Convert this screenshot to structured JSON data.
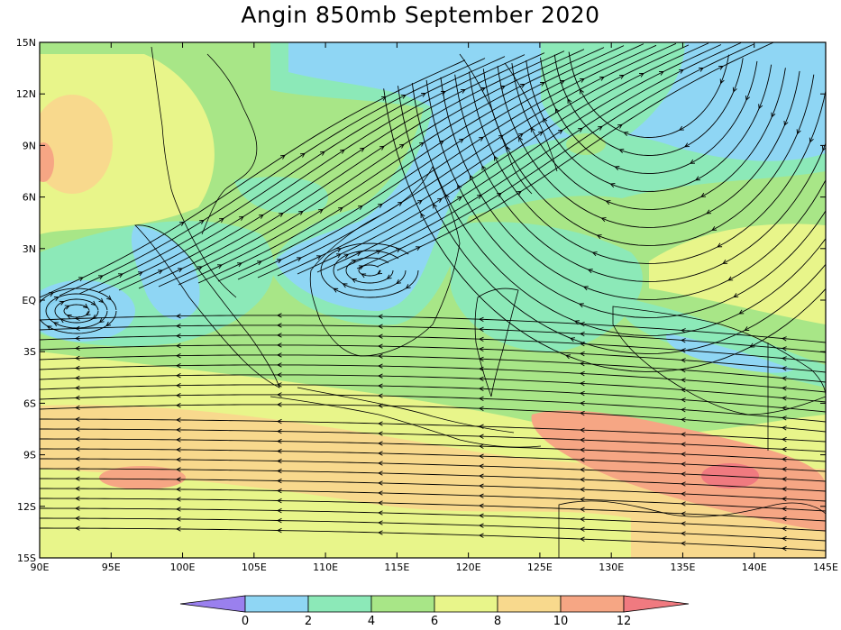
{
  "title": "Angin 850mb September 2020",
  "axes": {
    "lat_labels": [
      "15N",
      "12N",
      "9N",
      "6N",
      "3N",
      "EQ",
      "3S",
      "6S",
      "9S",
      "12S",
      "15S"
    ],
    "lat_values": [
      15,
      12,
      9,
      6,
      3,
      0,
      -3,
      -6,
      -9,
      -12,
      -15
    ],
    "lon_labels": [
      "90E",
      "95E",
      "100E",
      "105E",
      "110E",
      "115E",
      "120E",
      "125E",
      "130E",
      "135E",
      "140E",
      "145E"
    ],
    "lon_values": [
      90,
      95,
      100,
      105,
      110,
      115,
      120,
      125,
      130,
      135,
      140,
      145
    ],
    "lon_range": [
      90,
      145
    ],
    "lat_range": [
      -15,
      15
    ]
  },
  "colorbar": {
    "labels": [
      "0",
      "2",
      "4",
      "6",
      "8",
      "10",
      "12"
    ],
    "colors": [
      "#9a80ee",
      "#8fd6f4",
      "#8ce9b8",
      "#a8e687",
      "#e8f58a",
      "#f8d98d",
      "#f6a684",
      "#f07a80"
    ]
  },
  "colors": {
    "land_outline": "#000000",
    "streamline": "#000000"
  }
}
